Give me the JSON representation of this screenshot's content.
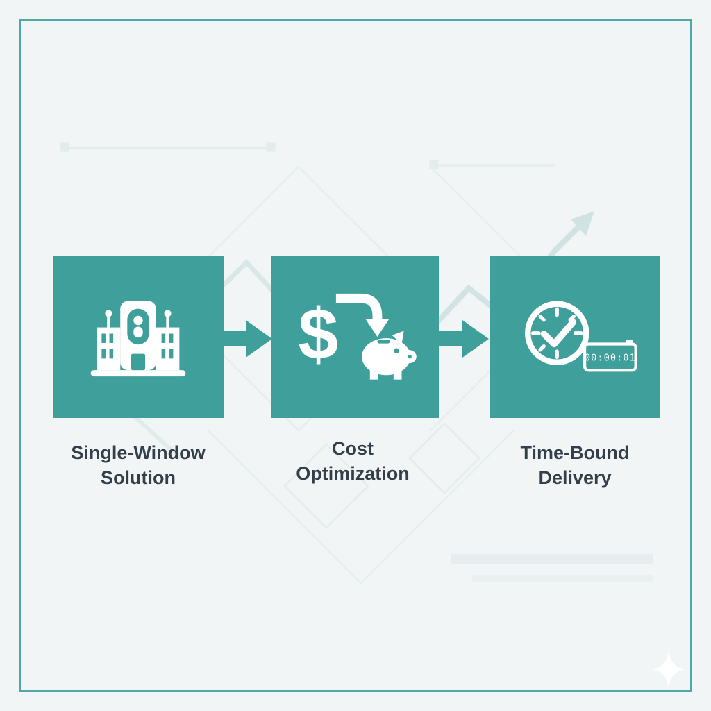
{
  "page": {
    "background": "#f1f5f5",
    "border_color": "#4fa8a3",
    "accent_teal": "#3f9f9a",
    "label_color": "#333f4b"
  },
  "diagram": {
    "steps": [
      {
        "label": "Single-Window Solution",
        "icon": "building-icon"
      },
      {
        "label": "Cost Optimization",
        "icon": "dollar-piggy-bank-icon"
      },
      {
        "label": "Time-Bound Delivery",
        "icon": "clock-timer-icon"
      }
    ],
    "currency_symbol": "$",
    "timer_display": "00:00:01"
  }
}
